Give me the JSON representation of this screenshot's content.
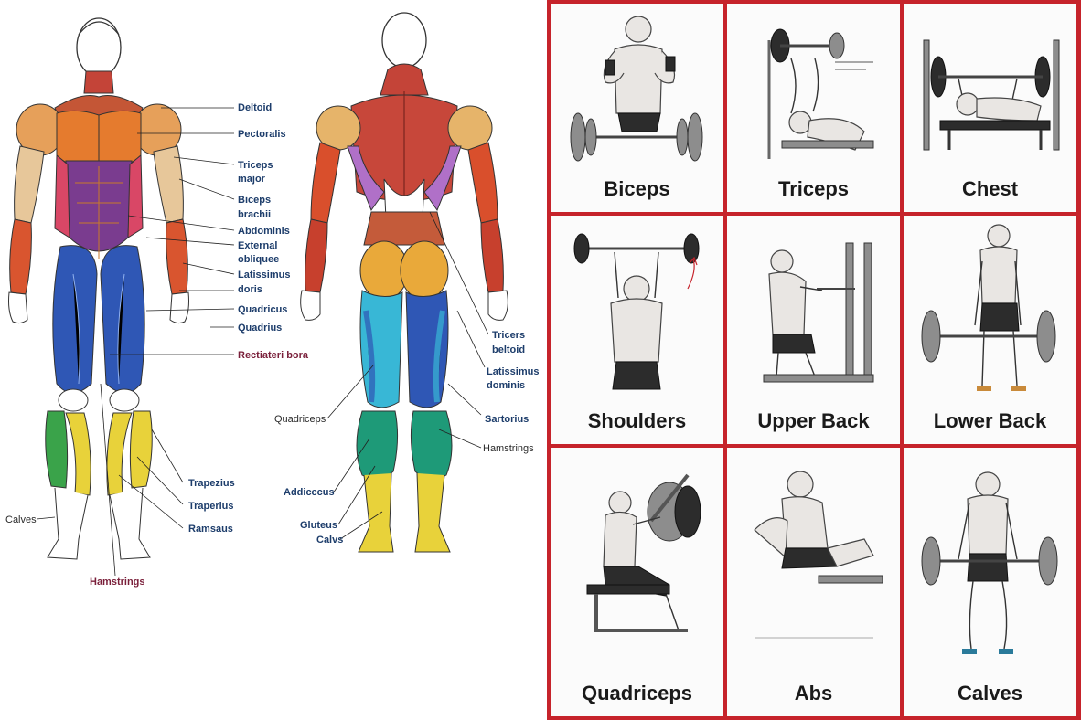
{
  "diagram": {
    "front_labels_right": [
      "Deltoid",
      "Pectoralis",
      "Triceps",
      "major",
      "Biceps",
      "brachii",
      "Abdominis",
      "External",
      "obliquee",
      "Latissimus",
      "doris",
      "Quadricus",
      "Quadrius",
      "Rectiateri bora"
    ],
    "front_labels_left": [
      "Calves",
      "Hamstrings"
    ],
    "front_labels_lower": [
      "Trapezius",
      "Traperius",
      "Ramsaus"
    ],
    "back_labels_right": [
      "Tricers",
      "beltoid",
      "Latissimus",
      "dominis",
      "Sartorius",
      "Hamstrings"
    ],
    "back_labels_left": [
      "Quadriceps",
      "Addicccus",
      "Gluteus",
      "Calvs"
    ]
  },
  "cards": [
    {
      "label": "Biceps"
    },
    {
      "label": "Triceps"
    },
    {
      "label": "Chest"
    },
    {
      "label": "Shoulders"
    },
    {
      "label": "Upper Back"
    },
    {
      "label": "Lower Back"
    },
    {
      "label": "Quadriceps"
    },
    {
      "label": "Abs"
    },
    {
      "label": "Calves"
    }
  ],
  "colors": {
    "frame": "#c6232b",
    "deltoid": "#e57b2e",
    "pectoral": "#c9532d",
    "abs": "#7a3c8f",
    "quads": "#2f57b5",
    "calves_green": "#3aa34a",
    "calves_yellow": "#e8d23a",
    "biceps": "#e7c79a",
    "glutes": "#e9a93a",
    "hamstrings_cyan": "#38b7d6"
  }
}
